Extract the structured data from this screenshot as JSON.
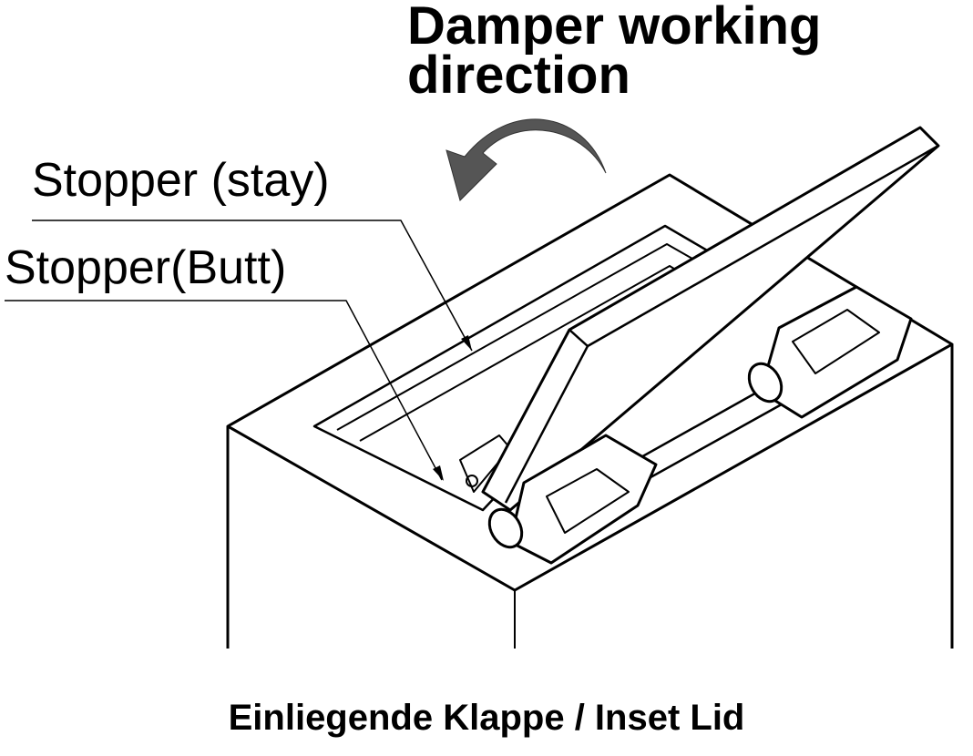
{
  "title_line1": "Damper working",
  "title_line2": "direction",
  "labels": {
    "stopper_stay": "Stopper (stay)",
    "stopper_butt": "Stopper(Butt)"
  },
  "caption": "Einliegende Klappe / Inset Lid",
  "colors": {
    "line": "#000000",
    "arrow": "#555555"
  }
}
